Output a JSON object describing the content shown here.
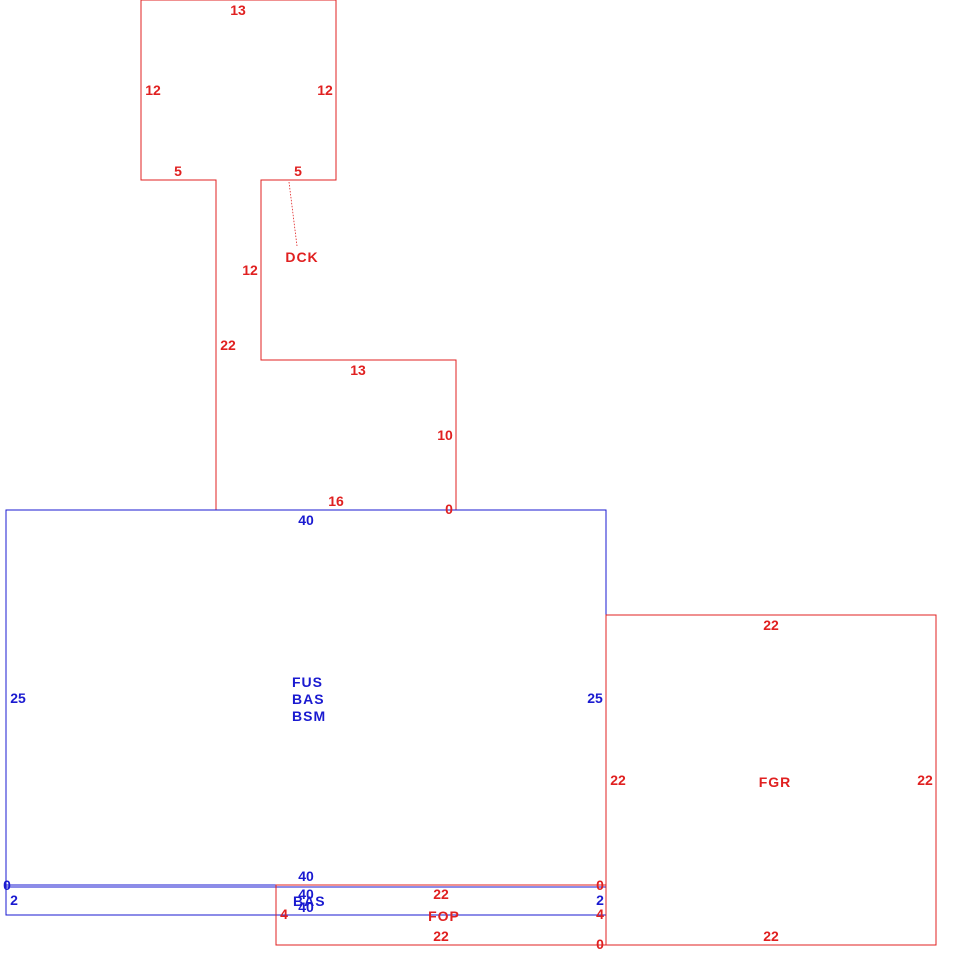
{
  "colors": {
    "red": "#e02020",
    "blue": "#1a1ad0"
  },
  "labels": {
    "dck": "DCK",
    "fus": "FUS",
    "bas": "BAS",
    "bsm": "BSM",
    "bas2": "BAS",
    "fop": "FOP",
    "fgr": "FGR"
  },
  "dims": {
    "dck_top": "13",
    "dck_left": "12",
    "dck_right": "12",
    "dck_step_left": "5",
    "dck_step_right": "5",
    "dck_inner_left": "12",
    "dck_stem": "22",
    "dck_mid": "13",
    "dck_right_lower": "10",
    "dck_bottom": "16",
    "dck_zero": "0",
    "main_top": "40",
    "main_left": "25",
    "main_right": "25",
    "main_bottom": "40",
    "strip_zero_left": "0",
    "strip_left": "2",
    "strip_top": "40",
    "strip_bottom": "40",
    "strip_right": "2",
    "strip_zero_right": "0",
    "fop_top": "22",
    "fop_bottom": "22",
    "fop_left": "4",
    "fop_right": "4",
    "fop_zero": "0",
    "fgr_top": "22",
    "fgr_left": "22",
    "fgr_right": "22",
    "fgr_bottom": "22"
  }
}
